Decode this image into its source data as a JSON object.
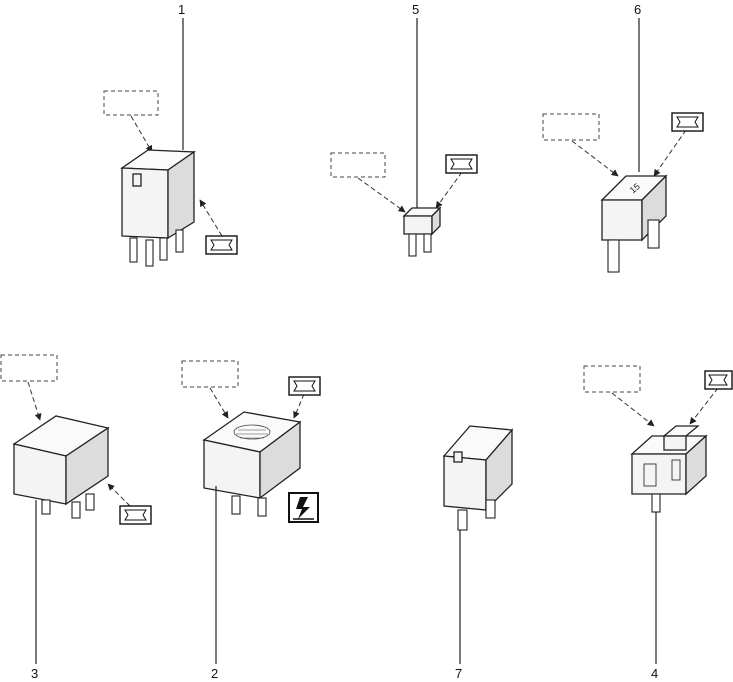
{
  "callouts": {
    "item1": "1",
    "item2": "2",
    "item3": "3",
    "item4": "4",
    "item5": "5",
    "item6": "6",
    "item7": "7"
  },
  "fuse_rating_large": "15",
  "colors": {
    "line": "#222222",
    "component_face": "#f4f4f4",
    "component_side": "#dcdcdc"
  },
  "icons": [
    "relay-icon",
    "mini-fuse-icon",
    "maxi-fuse-icon",
    "fuse-holder-icon",
    "high-voltage-warning-icon",
    "connector-tag-icon"
  ]
}
